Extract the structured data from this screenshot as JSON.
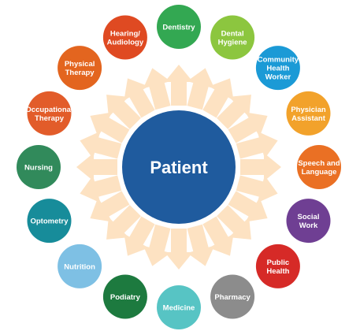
{
  "center": {
    "label": "Patient",
    "color": "#1f5b9e"
  },
  "arrow_color": "#fde2c2",
  "disciplines": [
    {
      "label": "Dentistry",
      "color": "#33a852"
    },
    {
      "label": "Dental Hygiene",
      "color": "#8cc63f"
    },
    {
      "label": "Community Health Worker",
      "color": "#1b9ad6"
    },
    {
      "label": "Physician Assistant",
      "color": "#f2a22b"
    },
    {
      "label": "Speech and Language",
      "color": "#ea7024"
    },
    {
      "label": "Social Work",
      "color": "#6f3f93"
    },
    {
      "label": "Public Health",
      "color": "#d62a27"
    },
    {
      "label": "Pharmacy",
      "color": "#8c8c8c"
    },
    {
      "label": "Medicine",
      "color": "#57c4c4"
    },
    {
      "label": "Podiatry",
      "color": "#1d7a3f"
    },
    {
      "label": "Nutrition",
      "color": "#7ec0e4"
    },
    {
      "label": "Optometry",
      "color": "#178c9a"
    },
    {
      "label": "Nursing",
      "color": "#318a5b"
    },
    {
      "label": "Occupational Therapy",
      "color": "#e25c2a"
    },
    {
      "label": "Physical Therapy",
      "color": "#e3651f"
    },
    {
      "label": "Hearing/ Audiology",
      "color": "#df4a22"
    }
  ]
}
